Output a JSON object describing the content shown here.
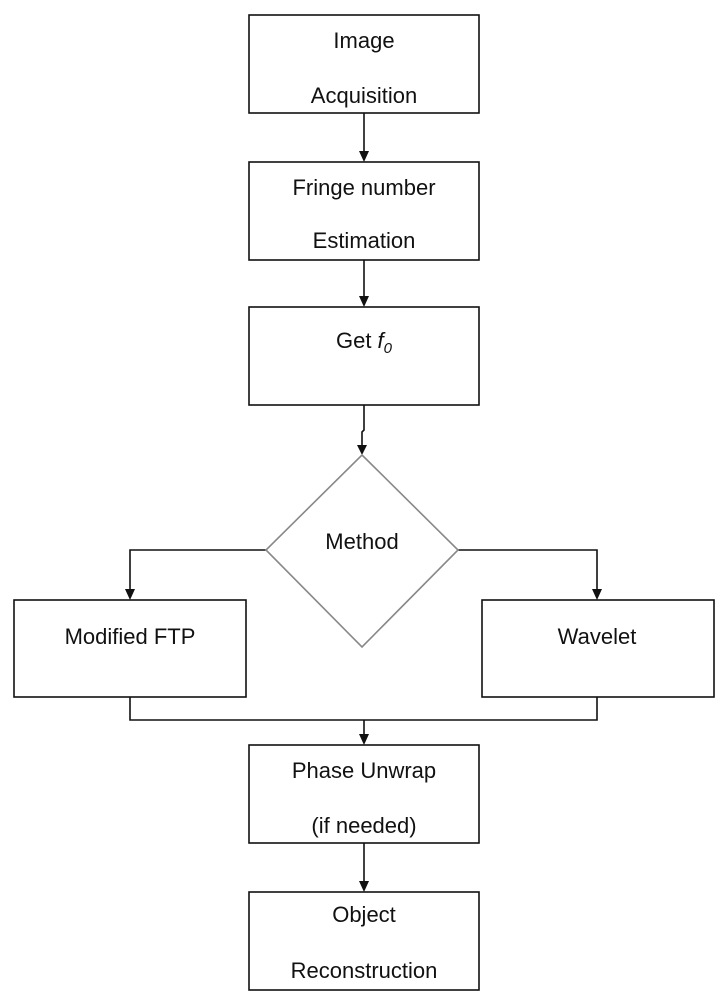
{
  "nodes": {
    "image_acquisition": {
      "lines": [
        "Image",
        "Acquisition"
      ]
    },
    "fringe_estimation": {
      "lines": [
        "Fringe number",
        "Estimation"
      ]
    },
    "get_f0": {
      "prefix": "Get ",
      "symbol": "f",
      "subscript": "0"
    },
    "method": {
      "label": "Method"
    },
    "modified_ftp": {
      "label": "Modified FTP"
    },
    "wavelet": {
      "label": "Wavelet"
    },
    "phase_unwrap": {
      "lines": [
        "Phase Unwrap",
        "(if needed)"
      ]
    },
    "object_reconstruction": {
      "lines": [
        "Object",
        "Reconstruction"
      ]
    }
  }
}
